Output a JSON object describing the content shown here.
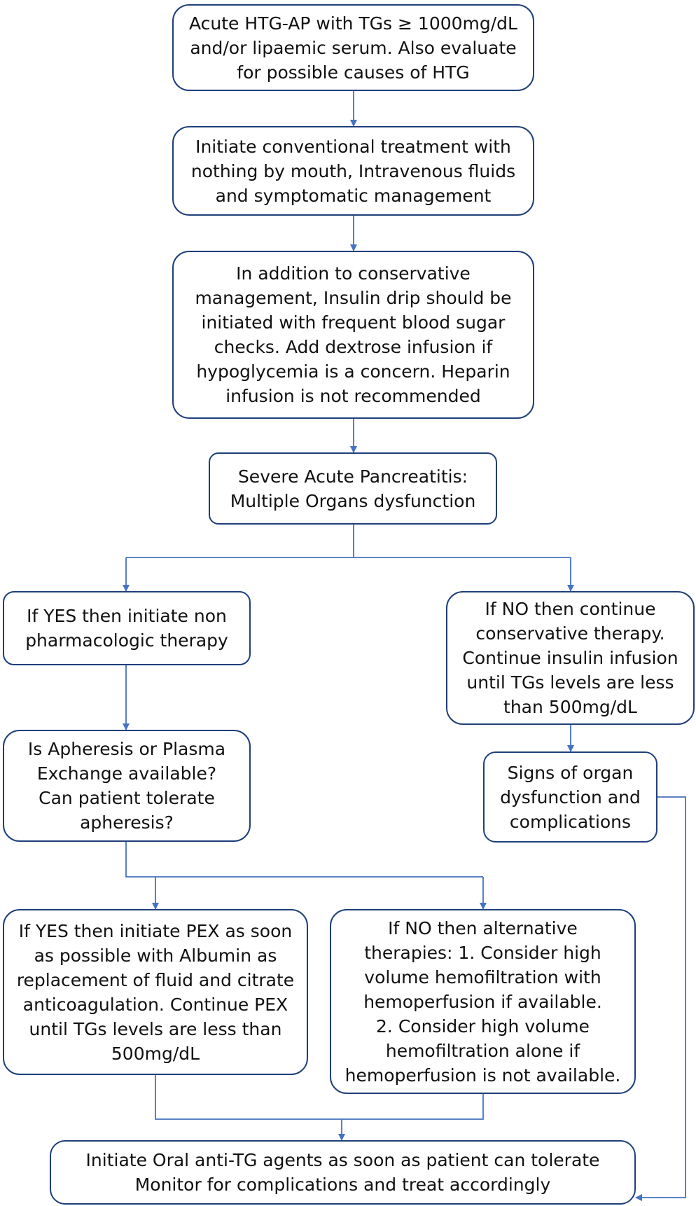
{
  "nodes": {
    "start": [
      "Acute HTG-AP with TGs ≥ 1000mg/dL",
      "and/or lipaemic serum. Also evaluate",
      "for possible causes of HTG"
    ],
    "conventional": [
      "Initiate conventional treatment with",
      "nothing by mouth, Intravenous fluids",
      "and symptomatic management"
    ],
    "insulin": [
      "In addition to conservative",
      "management, Insulin drip should be",
      "initiated with frequent blood sugar",
      "checks. Add dextrose infusion if",
      "hypoglycemia is a concern. Heparin",
      "infusion is not recommended"
    ],
    "severe": [
      "Severe Acute Pancreatitis:",
      "Multiple Organs dysfunction"
    ],
    "yes_nonpharm": [
      "If YES then initiate non",
      "pharmacologic therapy"
    ],
    "no_conservative": [
      "If NO then continue",
      "conservative therapy.",
      "Continue insulin infusion",
      "until TGs levels are less",
      "than 500mg/dL"
    ],
    "apheresis_q": [
      "Is Apheresis or Plasma",
      "Exchange available?",
      "Can patient tolerate",
      "apheresis?"
    ],
    "organ_signs": [
      "Signs of organ",
      "dysfunction and",
      "complications"
    ],
    "pex": [
      "If YES then initiate PEX as soon",
      "as possible with Albumin as",
      "replacement of fluid and citrate",
      "anticoagulation. Continue PEX",
      "until TGs levels are less than",
      "500mg/dL"
    ],
    "alternative": [
      "If NO then alternative",
      "therapies: 1. Consider high",
      "volume hemofiltration with",
      "hemoperfusion if available.",
      "2. Consider high volume",
      "hemofiltration alone if",
      "hemoperfusion is not available."
    ],
    "oral": [
      "Initiate Oral anti-TG agents as soon as patient can tolerate",
      "Monitor for complications and treat accordingly"
    ]
  }
}
